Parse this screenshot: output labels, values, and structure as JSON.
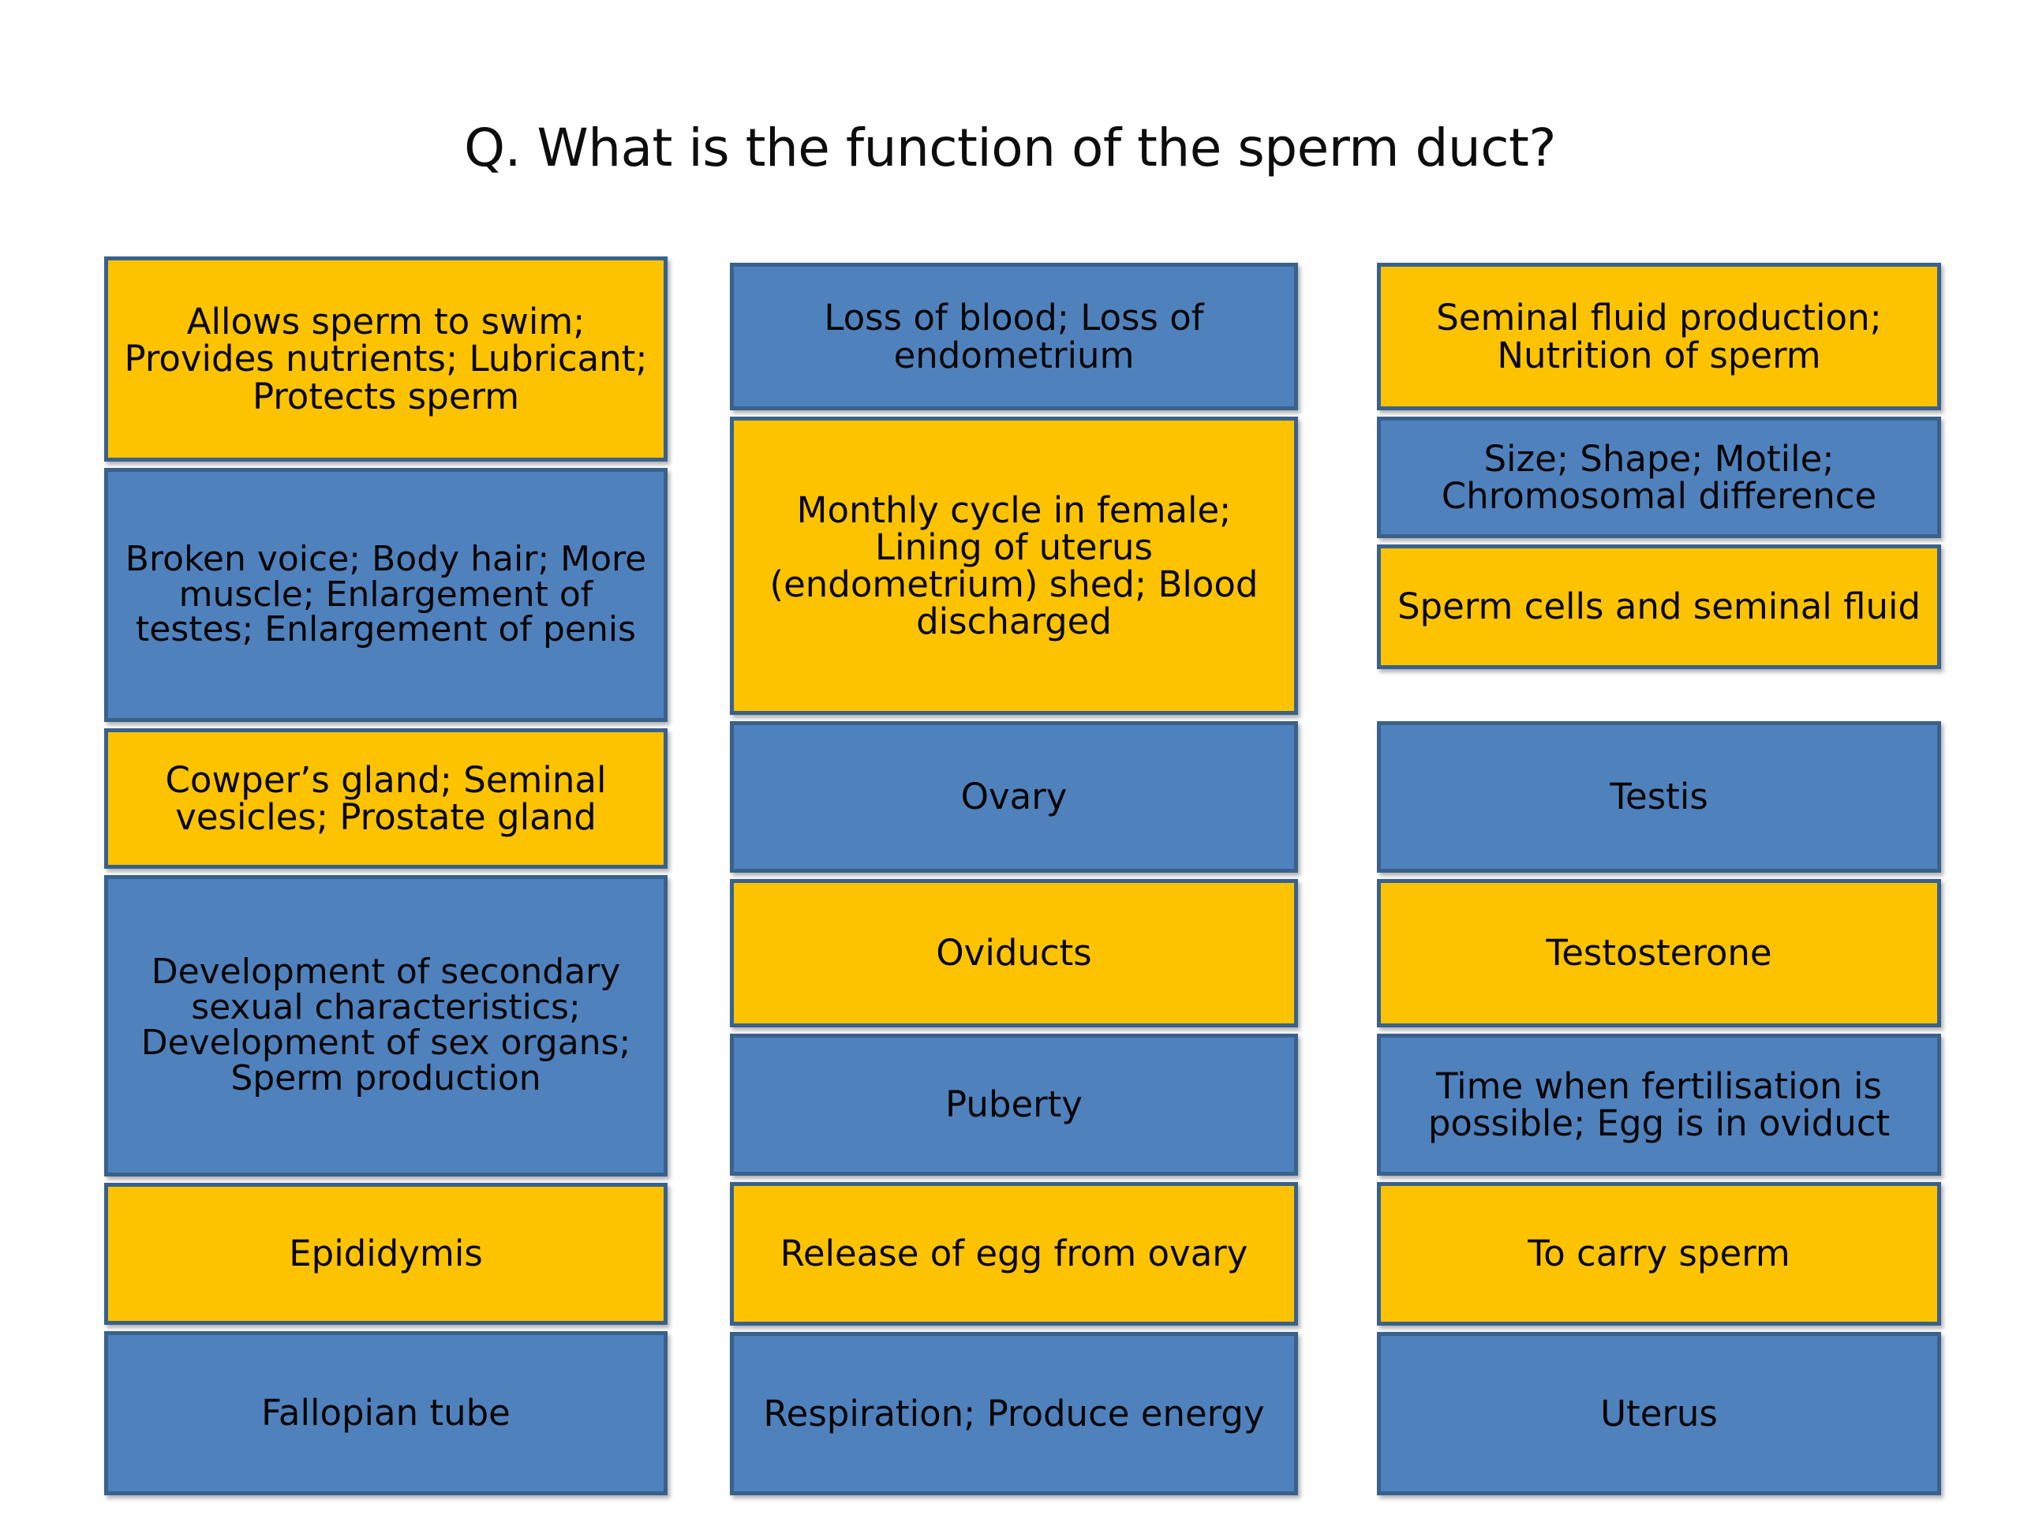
{
  "slide": {
    "title": "Q. What is the function of the sperm duct?",
    "background_color": "#ffffff",
    "colors": {
      "yellow_fill": "#FDC300",
      "blue_fill": "#4F81BD",
      "border": "#38618C",
      "text": "#060606"
    }
  },
  "columns": [
    {
      "id": "column-1",
      "boxes": [
        {
          "color": "yellow",
          "text": "Allows sperm to swim; Provides nutrients; Lubricant; Protects sperm"
        },
        {
          "color": "blue",
          "text": "Broken voice; Body hair; More muscle; Enlargement of testes; Enlargement of penis"
        },
        {
          "color": "yellow",
          "text": "Cowper’s gland; Seminal vesicles; Prostate gland"
        },
        {
          "color": "blue",
          "text": "Development of secondary sexual characteristics; Development of sex organs; Sperm production"
        },
        {
          "color": "yellow",
          "text": "Epididymis"
        },
        {
          "color": "blue",
          "text": "Fallopian tube"
        }
      ]
    },
    {
      "id": "column-2",
      "boxes": [
        {
          "color": "blue",
          "text": "Loss of blood; Loss of endometrium"
        },
        {
          "color": "yellow",
          "text": "Monthly cycle in female; Lining of uterus (endometrium) shed; Blood discharged"
        },
        {
          "color": "blue",
          "text": "Ovary"
        },
        {
          "color": "yellow",
          "text": "Oviducts"
        },
        {
          "color": "blue",
          "text": "Puberty"
        },
        {
          "color": "yellow",
          "text": "Release of egg from ovary"
        },
        {
          "color": "blue",
          "text": "Respiration; Produce energy"
        }
      ]
    },
    {
      "id": "column-3",
      "boxes": [
        {
          "color": "yellow",
          "text": "Seminal fluid production; Nutrition of sperm"
        },
        {
          "color": "blue",
          "text": "Size; Shape; Motile; Chromosomal difference"
        },
        {
          "color": "yellow",
          "text": "Sperm cells and seminal fluid"
        },
        {
          "color": "blue",
          "text": "Testis"
        },
        {
          "color": "yellow",
          "text": "Testosterone"
        },
        {
          "color": "blue",
          "text": "Time when fertilisation is possible; Egg is in oviduct"
        },
        {
          "color": "yellow",
          "text": "To carry sperm"
        },
        {
          "color": "blue",
          "text": "Uterus"
        }
      ]
    }
  ]
}
